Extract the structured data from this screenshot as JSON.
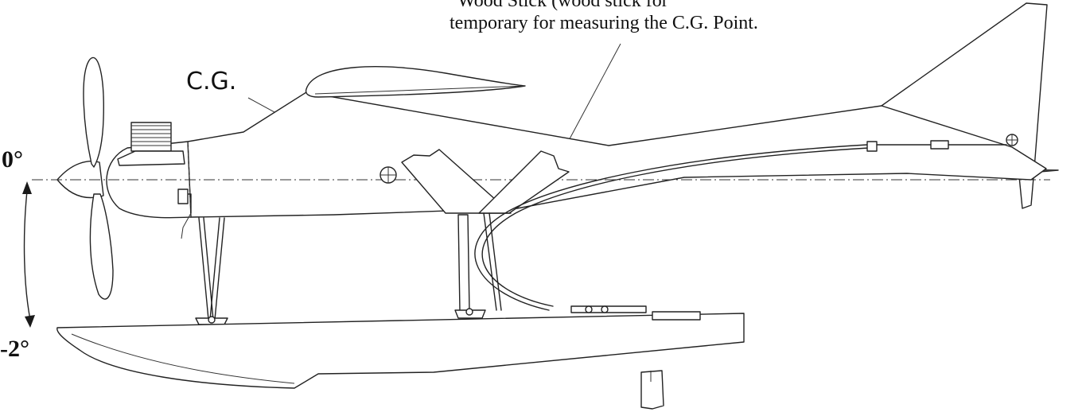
{
  "annotations": {
    "note_line1": "Wood Stick (wood stick for",
    "note_line2": "temporary for measuring the C.G. Point.",
    "cg_label": "C.G.",
    "angle_top": "0°",
    "angle_bottom": "-2°"
  },
  "parts": {
    "propeller": "propeller",
    "engine": "engine",
    "fuselage": "fuselage",
    "wing": "wing",
    "vertical_tail": "vertical-tail",
    "float": "float",
    "water_rudder": "water-rudder"
  }
}
